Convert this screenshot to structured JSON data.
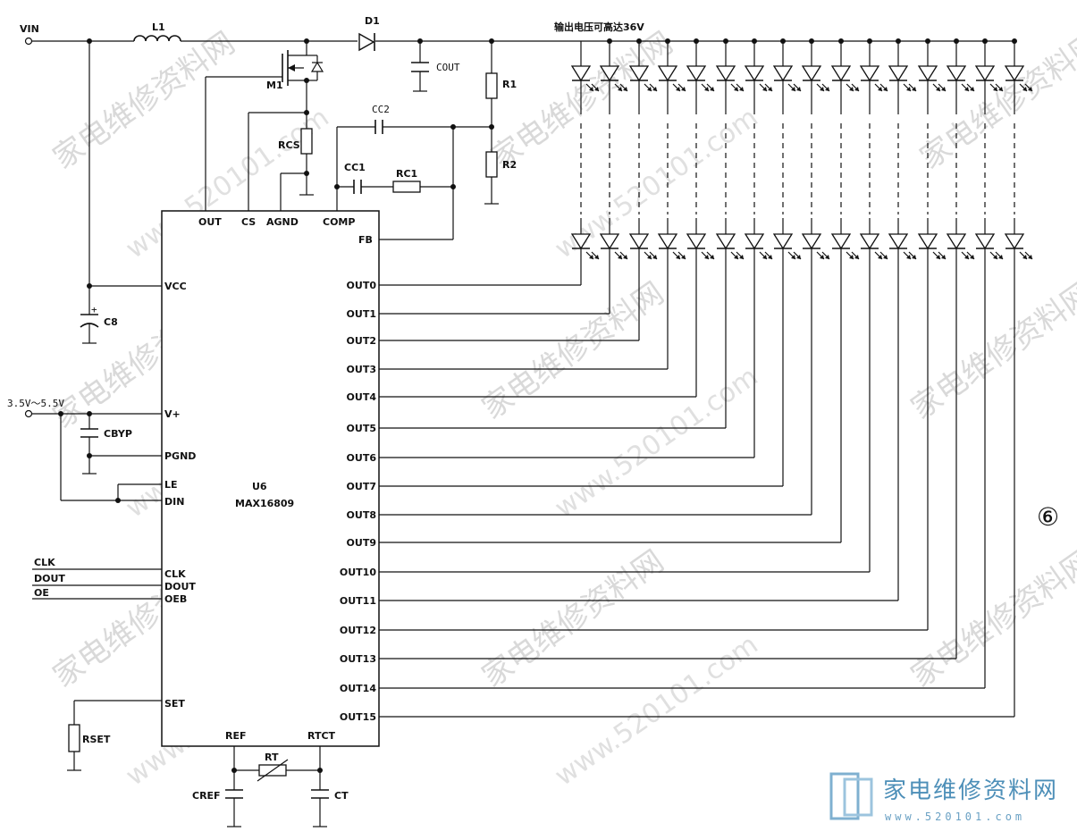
{
  "title": "输出电压可高达36V",
  "circled_number": "⑥",
  "ic": {
    "ref": "U6",
    "part": "MAX16809",
    "pins_top": [
      "OUT",
      "CS",
      "AGND",
      "COMP"
    ],
    "pin_fb": "FB",
    "pins_left": [
      "VCC",
      "V+",
      "PGND",
      "LE",
      "DIN",
      "CLK",
      "DOUT",
      "OEB",
      "SET"
    ],
    "pins_bottom": [
      "REF",
      "RTCT"
    ],
    "pins_right": [
      "OUT0",
      "OUT1",
      "OUT2",
      "OUT3",
      "OUT4",
      "OUT5",
      "OUT6",
      "OUT7",
      "OUT8",
      "OUT9",
      "OUT10",
      "OUT11",
      "OUT12",
      "OUT13",
      "OUT14",
      "OUT15"
    ]
  },
  "components": {
    "vin": "VIN",
    "l1": "L1",
    "d1": "D1",
    "m1": "M1",
    "cout": "COUT",
    "r1": "R1",
    "r2": "R2",
    "cc2": "CC2",
    "cc1": "CC1",
    "rc1": "RC1",
    "rcs": "RCS",
    "c8": "C8",
    "cbyp": "CBYP",
    "rset": "RSET",
    "rt": "RT",
    "cref": "CREF",
    "ct": "CT",
    "supply": "3.5V～5.5V"
  },
  "inputs": {
    "clk": "CLK",
    "dout": "DOUT",
    "oe": "OE"
  },
  "watermark": {
    "site_cn": "家电维修资料网",
    "site_url": "www.520101.com",
    "logo_cn": "家电维修资料网",
    "logo_url": "www.520101.com"
  },
  "led_strings": 16
}
